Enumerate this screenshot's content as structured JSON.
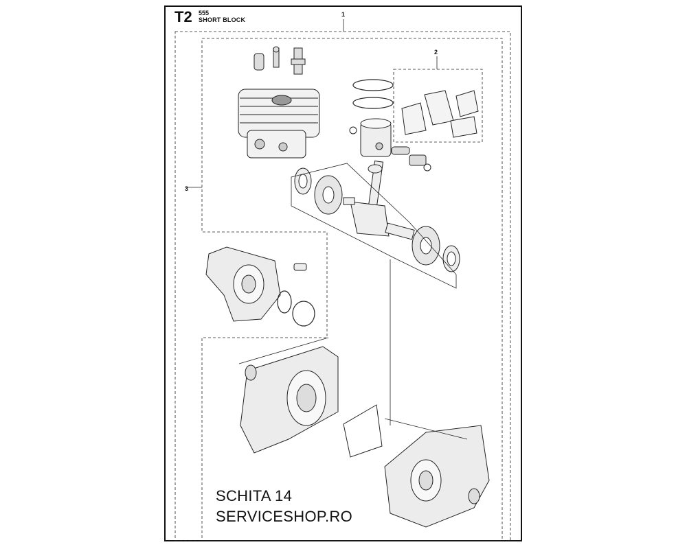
{
  "header": {
    "code": "T2",
    "model": "555",
    "title": "SHORT BLOCK"
  },
  "callouts": {
    "c1": "1",
    "c2": "2",
    "c3": "3"
  },
  "watermark": {
    "line1": "SCHITA 14",
    "line2": "SERVICESHOP.RO"
  }
}
